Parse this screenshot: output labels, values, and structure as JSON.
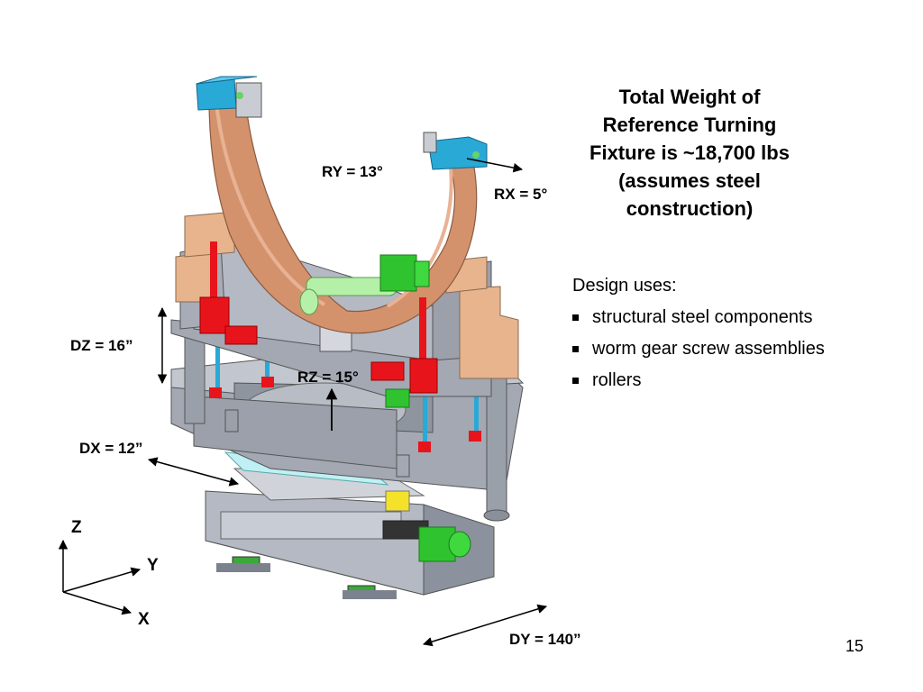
{
  "title_lines": [
    "Total Weight of",
    "Reference Turning",
    "Fixture is ~18,700 lbs",
    "(assumes steel",
    "construction)"
  ],
  "design": {
    "heading": "Design uses:",
    "bullets": [
      "structural steel components",
      "worm gear screw assemblies",
      "rollers"
    ]
  },
  "dimensions": {
    "ry": "RY = 13°",
    "rx": "RX = 5°",
    "dz": "DZ = 16”",
    "rz": "RZ = 15°",
    "dx": "DX = 12”",
    "dy": "DY = 140”"
  },
  "axes": {
    "z": "Z",
    "y": "Y",
    "x": "X"
  },
  "page_number": "15",
  "colors": {
    "copper": "#d4926c",
    "steel": "#a3a8b3",
    "steel_dark": "#7c828d",
    "red_jack": "#e8141c",
    "blue_bearing": "#29a9d6",
    "green_motor": "#2fc42f",
    "light_green": "#b5f0a8",
    "yellow": "#f4e22a",
    "light_cyan": "#bff0f4",
    "tan": "#e7b48d"
  }
}
